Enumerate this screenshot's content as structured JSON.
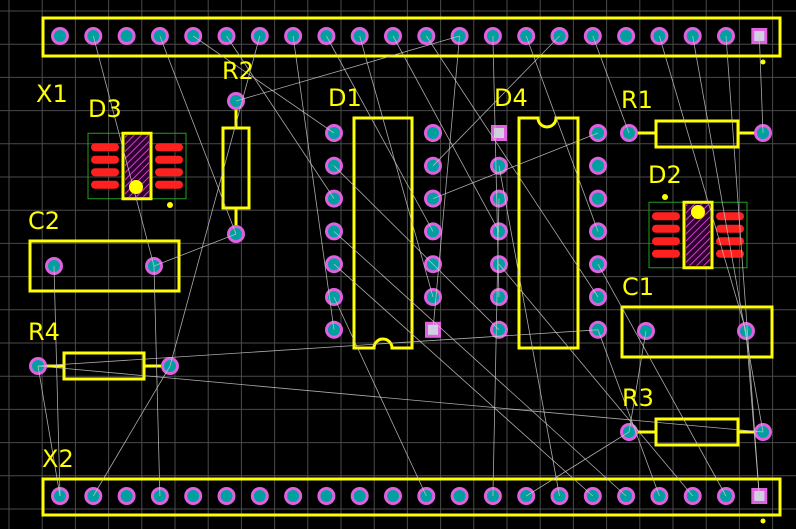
{
  "colors": {
    "background": "#000000",
    "grid": "#4a4a4a",
    "silkscreen": "#ffff00",
    "pad_ring": "#e060e0",
    "pad_fill": "#00a0a0",
    "ratsnest": "#c8c8c8",
    "smd_pad": "#ff2020",
    "smd_courtyard": "#20a020",
    "ic_hatch": "#d040d0"
  },
  "labels": {
    "x1": "X1",
    "x2": "X2",
    "r1": "R1",
    "r2": "R2",
    "r3": "R3",
    "r4": "R4",
    "c1": "C1",
    "c2": "C2",
    "d1": "D1",
    "d2": "D2",
    "d3": "D3",
    "d4": "D4"
  },
  "connectors": {
    "x1_pin_count": 22,
    "x2_pin_count": 22
  },
  "ics": {
    "d1_pins_per_side": 7,
    "d4_pins_per_side": 7,
    "d2_pins_per_side": 4,
    "d3_pins_per_side": 4
  }
}
